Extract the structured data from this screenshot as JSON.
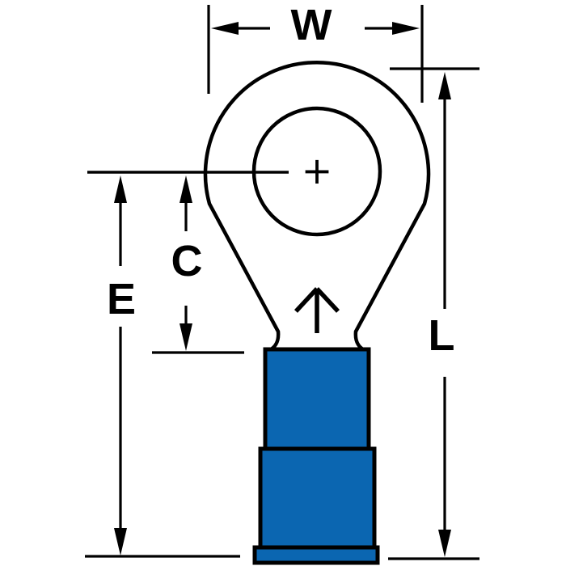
{
  "diagram": {
    "kind": "ring-terminal-dimension-drawing",
    "dimensions": {
      "w": "W",
      "c": "C",
      "e": "E",
      "l": "L"
    },
    "center_mark": "+"
  },
  "colors": {
    "background_color": "#ffffff",
    "line_color": "#000000",
    "metal_fill_color": "#ffffff",
    "insulation_color": "#0b66b1"
  }
}
